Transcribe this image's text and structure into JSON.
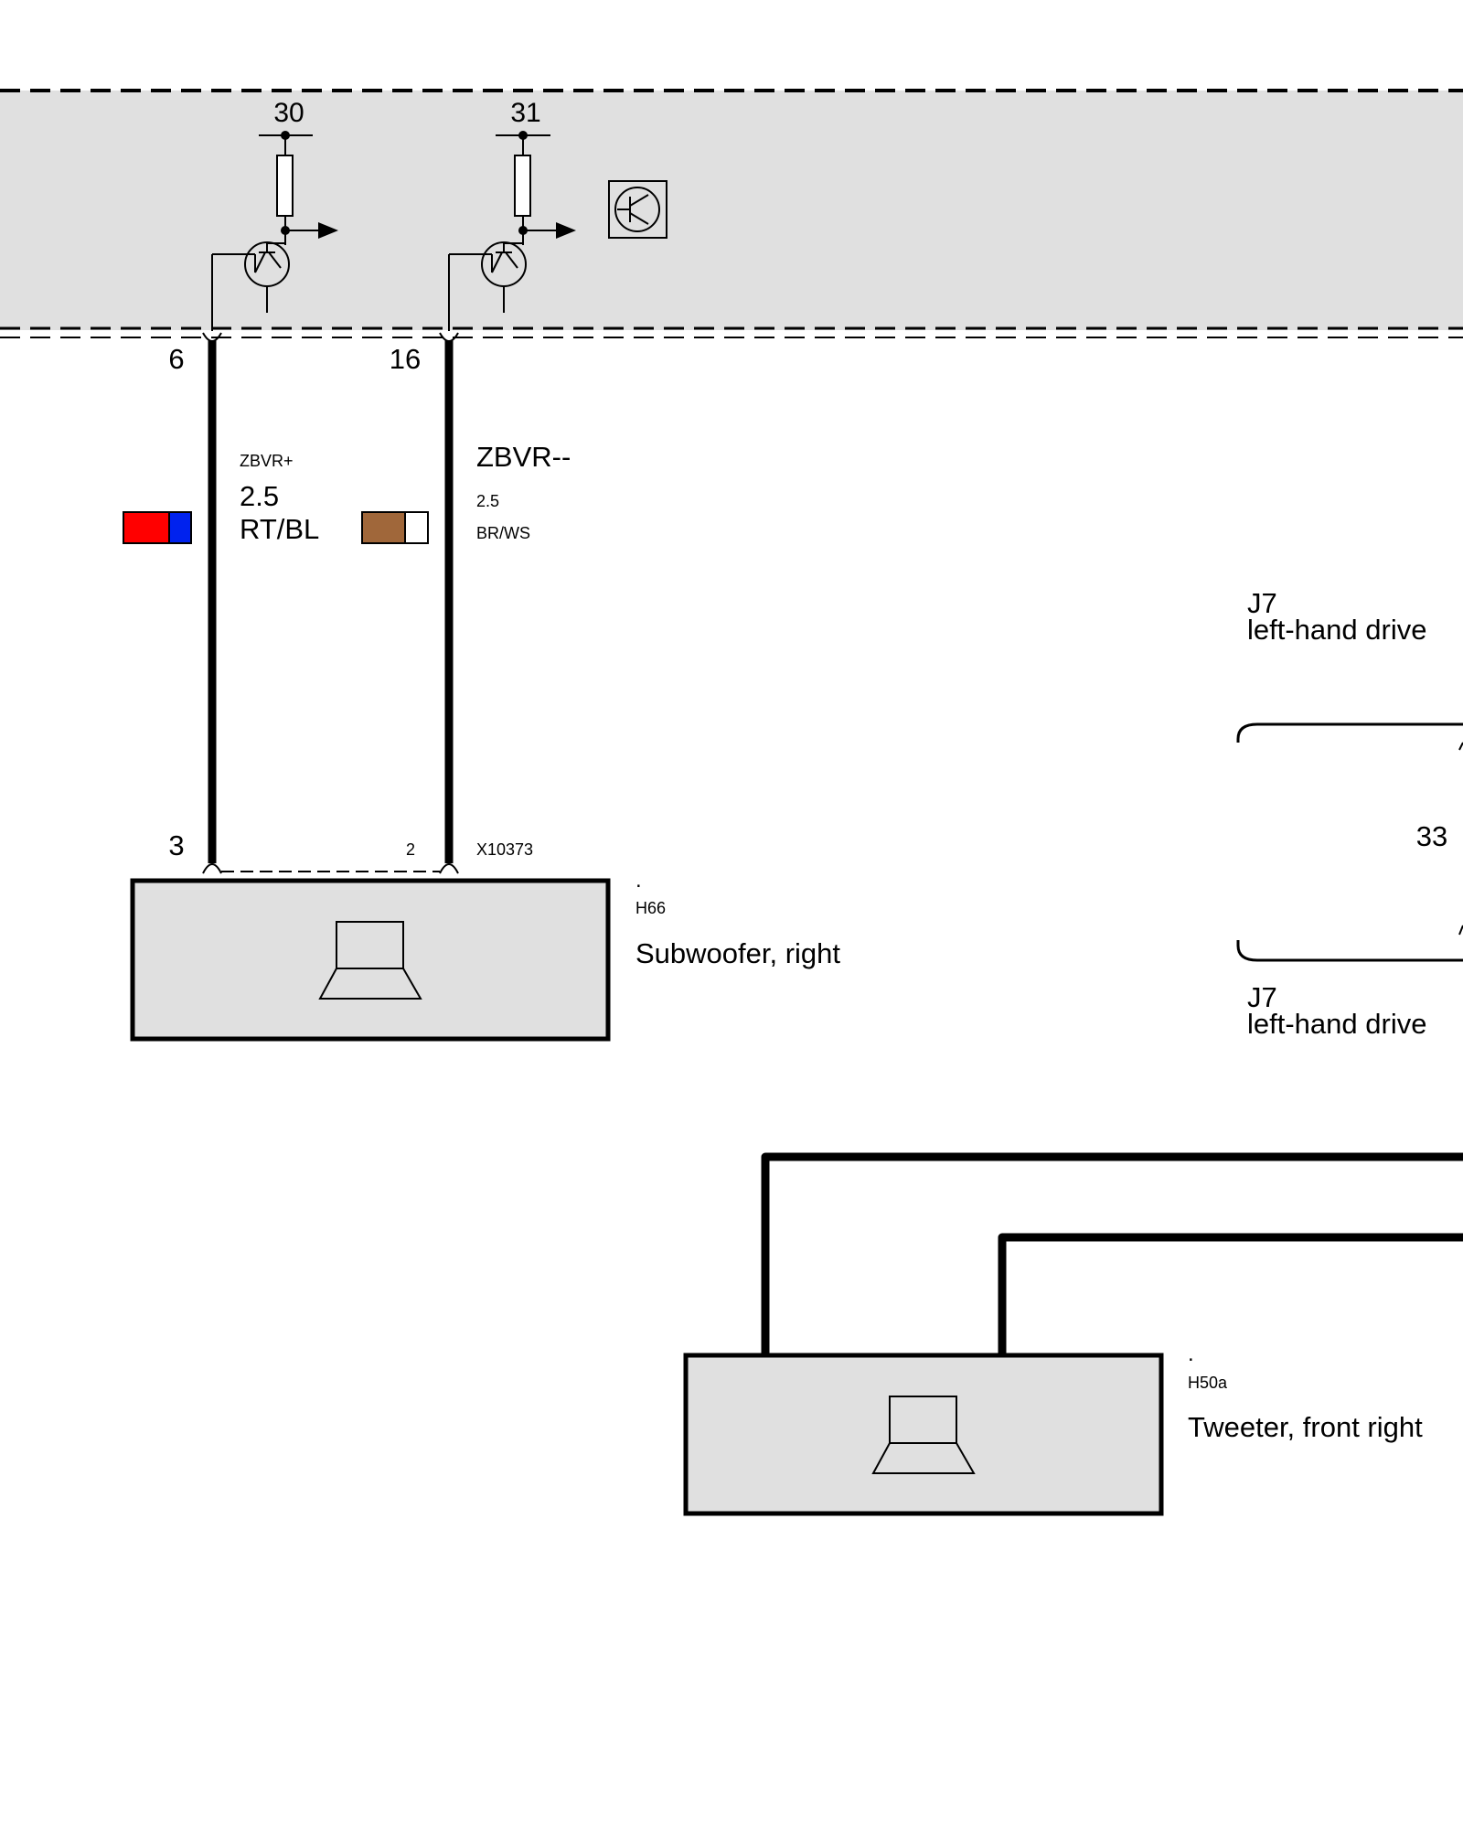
{
  "control_unit": {
    "pins": {
      "top_left": "30",
      "top_right": "31",
      "bottom_left": "6",
      "bottom_right": "16"
    }
  },
  "wires": {
    "left": {
      "signal": "ZBVR+",
      "cross_section": "2.5",
      "color_code": "RT/BL",
      "colors": [
        "#ff0000",
        "#0022ee"
      ]
    },
    "right": {
      "signal": "ZBVR--",
      "cross_section": "2.5",
      "color_code": "BR/WS",
      "colors": [
        "#a0673a",
        "#ffffff"
      ]
    }
  },
  "subwoofer": {
    "pin_left": "3",
    "pin_right": "2",
    "connector": "X10373",
    "dot": ".",
    "id": "H66",
    "name": "Subwoofer, right"
  },
  "variant": {
    "top_code": "J7",
    "top_text": "left-hand drive",
    "number": "33",
    "bottom_code": "J7",
    "bottom_text": "left-hand drive"
  },
  "tweeter": {
    "dot": ".",
    "id": "H50a",
    "name": "Tweeter, front right"
  }
}
